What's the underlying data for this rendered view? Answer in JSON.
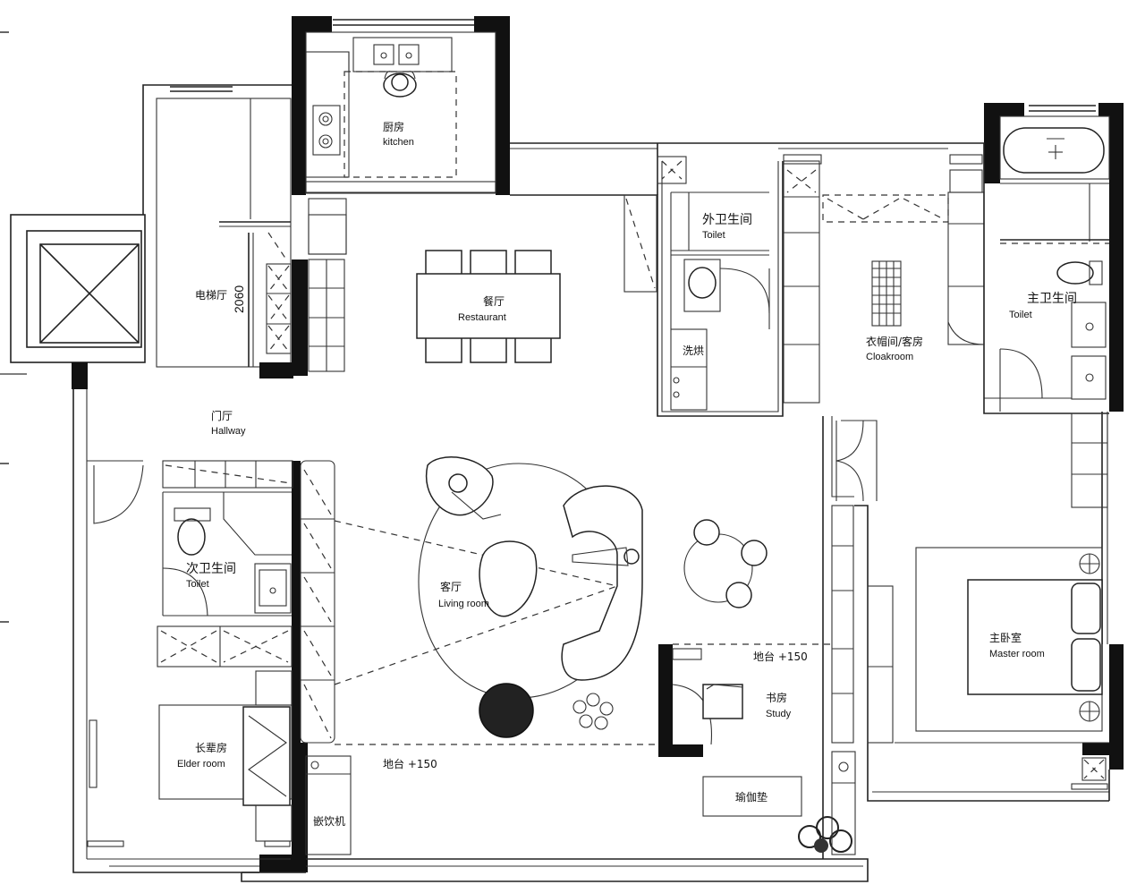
{
  "rooms": {
    "kitchen": {
      "cn": "厨房",
      "en": "kitchen"
    },
    "elevator_hall": {
      "cn": "电梯厅"
    },
    "dimension": "2060",
    "restaurant": {
      "cn": "餐厅",
      "en": "Restaurant"
    },
    "outer_toilet": {
      "cn": "外卫生间",
      "en": "Toilet"
    },
    "washer_dryer": "洗烘",
    "cloakroom": {
      "cn": "衣帽间/客房",
      "en": "Cloakroom"
    },
    "main_toilet": {
      "cn": "主卫生间",
      "en": "Toilet"
    },
    "hallway": {
      "cn": "门厅",
      "en": "Hallway"
    },
    "second_toilet": {
      "cn": "次卫生间",
      "en": "Toilet"
    },
    "living_room": {
      "cn": "客厅",
      "en": "Living room"
    },
    "master_room": {
      "cn": "主卧室",
      "en": "Master room"
    },
    "study": {
      "cn": "书房",
      "en": "Study"
    },
    "study_platform": "地台 +150",
    "elder_room": {
      "cn": "长辈房",
      "en": "Elder room"
    },
    "bottom_platform": "地台 +150",
    "water_dispenser": "嵌饮机",
    "yoga_mat": "瑜伽垫"
  }
}
